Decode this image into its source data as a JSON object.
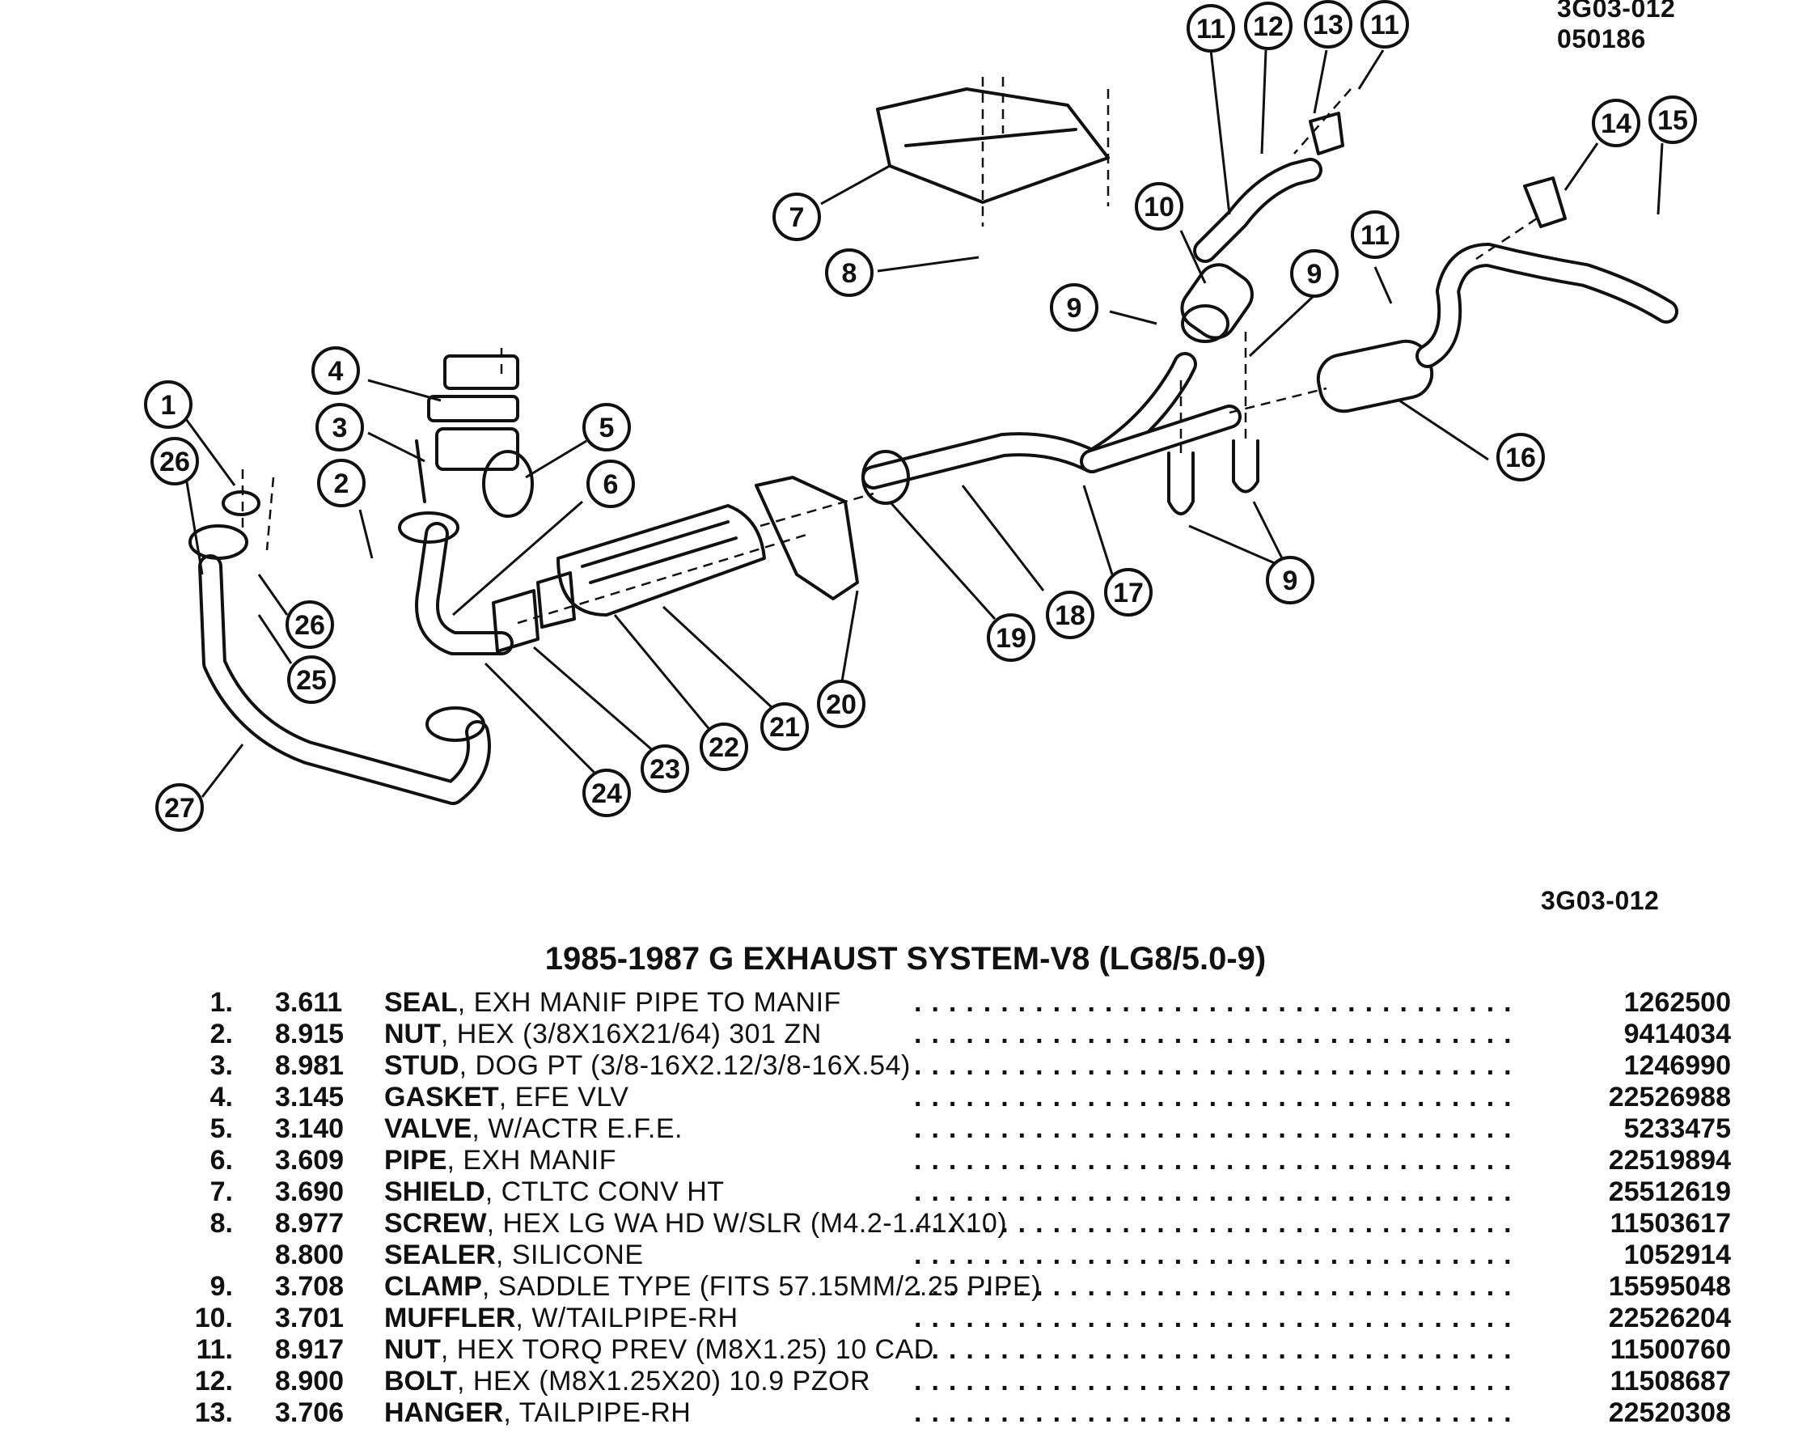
{
  "document": {
    "code_top": "3G03-012",
    "code_date": "050186",
    "code_bottom": "3G03-012",
    "title": "1985-1987 G EXHAUST SYSTEM-V8 (LG8/5.0-9)"
  },
  "callouts": [
    {
      "label": "1"
    },
    {
      "label": "26"
    },
    {
      "label": "26"
    },
    {
      "label": "25"
    },
    {
      "label": "27"
    },
    {
      "label": "4"
    },
    {
      "label": "3"
    },
    {
      "label": "2"
    },
    {
      "label": "5"
    },
    {
      "label": "6"
    },
    {
      "label": "7"
    },
    {
      "label": "8"
    },
    {
      "label": "11"
    },
    {
      "label": "12"
    },
    {
      "label": "13"
    },
    {
      "label": "11"
    },
    {
      "label": "10"
    },
    {
      "label": "9"
    },
    {
      "label": "9"
    },
    {
      "label": "11"
    },
    {
      "label": "14"
    },
    {
      "label": "15"
    },
    {
      "label": "16"
    },
    {
      "label": "9"
    },
    {
      "label": "17"
    },
    {
      "label": "18"
    },
    {
      "label": "19"
    },
    {
      "label": "20"
    },
    {
      "label": "21"
    },
    {
      "label": "22"
    },
    {
      "label": "23"
    },
    {
      "label": "24"
    }
  ],
  "parts": [
    {
      "num": "1.",
      "code": "3.611",
      "name": "SEAL",
      "desc": ", EXH MANIF PIPE TO MANIF",
      "pn": "1262500"
    },
    {
      "num": "2.",
      "code": "8.915",
      "name": "NUT",
      "desc": ", HEX (3/8X16X21/64) 301 ZN",
      "pn": "9414034"
    },
    {
      "num": "3.",
      "code": "8.981",
      "name": "STUD",
      "desc": ", DOG PT (3/8-16X2.12/3/8-16X.54)",
      "pn": "1246990"
    },
    {
      "num": "4.",
      "code": "3.145",
      "name": "GASKET",
      "desc": ", EFE VLV",
      "pn": "22526988"
    },
    {
      "num": "5.",
      "code": "3.140",
      "name": "VALVE",
      "desc": ", W/ACTR E.F.E.",
      "pn": "5233475"
    },
    {
      "num": "6.",
      "code": "3.609",
      "name": "PIPE",
      "desc": ", EXH MANIF",
      "pn": "22519894"
    },
    {
      "num": "7.",
      "code": "3.690",
      "name": "SHIELD",
      "desc": ", CTLTC CONV HT",
      "pn": "25512619"
    },
    {
      "num": "8.",
      "code": "8.977",
      "name": "SCREW",
      "desc": ", HEX LG WA HD W/SLR (M4.2-1.41X10)",
      "pn": "11503617"
    },
    {
      "num": "",
      "code": "8.800",
      "name": "SEALER",
      "desc": ", SILICONE",
      "pn": "1052914"
    },
    {
      "num": "9.",
      "code": "3.708",
      "name": "CLAMP",
      "desc": ", SADDLE TYPE (FITS 57.15MM/2.25 PIPE)",
      "pn": "15595048"
    },
    {
      "num": "10.",
      "code": "3.701",
      "name": "MUFFLER",
      "desc": ", W/TAILPIPE-RH",
      "pn": "22526204"
    },
    {
      "num": "11.",
      "code": "8.917",
      "name": "NUT",
      "desc": ", HEX TORQ PREV (M8X1.25) 10 CAD",
      "pn": "11500760"
    },
    {
      "num": "12.",
      "code": "8.900",
      "name": "BOLT",
      "desc": ", HEX (M8X1.25X20) 10.9 PZOR",
      "pn": "11508687"
    },
    {
      "num": "13.",
      "code": "3.706",
      "name": "HANGER",
      "desc": ", TAILPIPE-RH",
      "pn": "22520308"
    }
  ]
}
